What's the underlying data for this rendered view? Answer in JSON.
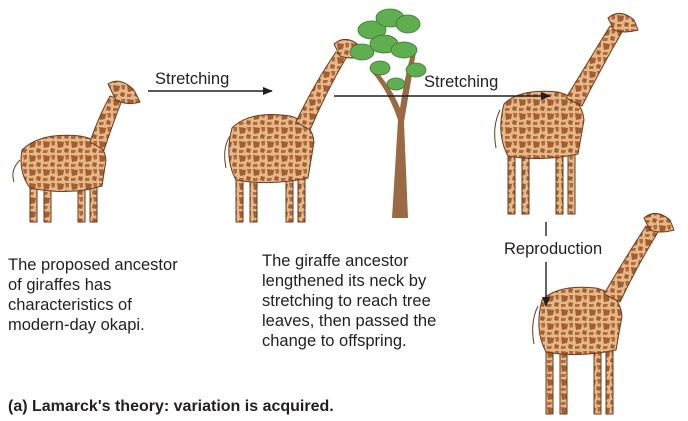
{
  "arrows": {
    "stretching_1": "Stretching",
    "stretching_2": "Stretching",
    "reproduction": "Reproduction"
  },
  "descriptions": {
    "ancestor": "The proposed ancestor\nof giraffes has\ncharacteristics of\nmodern-day okapi.",
    "stretching": "The giraffe ancestor\nlengthened its neck by\nstretching to reach tree\nleaves, then passed the\nchange to offspring."
  },
  "caption": "(a) Lamarck's theory: variation is acquired.",
  "colors": {
    "coat": "#d7a66c",
    "patch": "#8b4a26",
    "leaf": "#5fae4f",
    "trunk": "#9a6a45",
    "text": "#231f20"
  }
}
